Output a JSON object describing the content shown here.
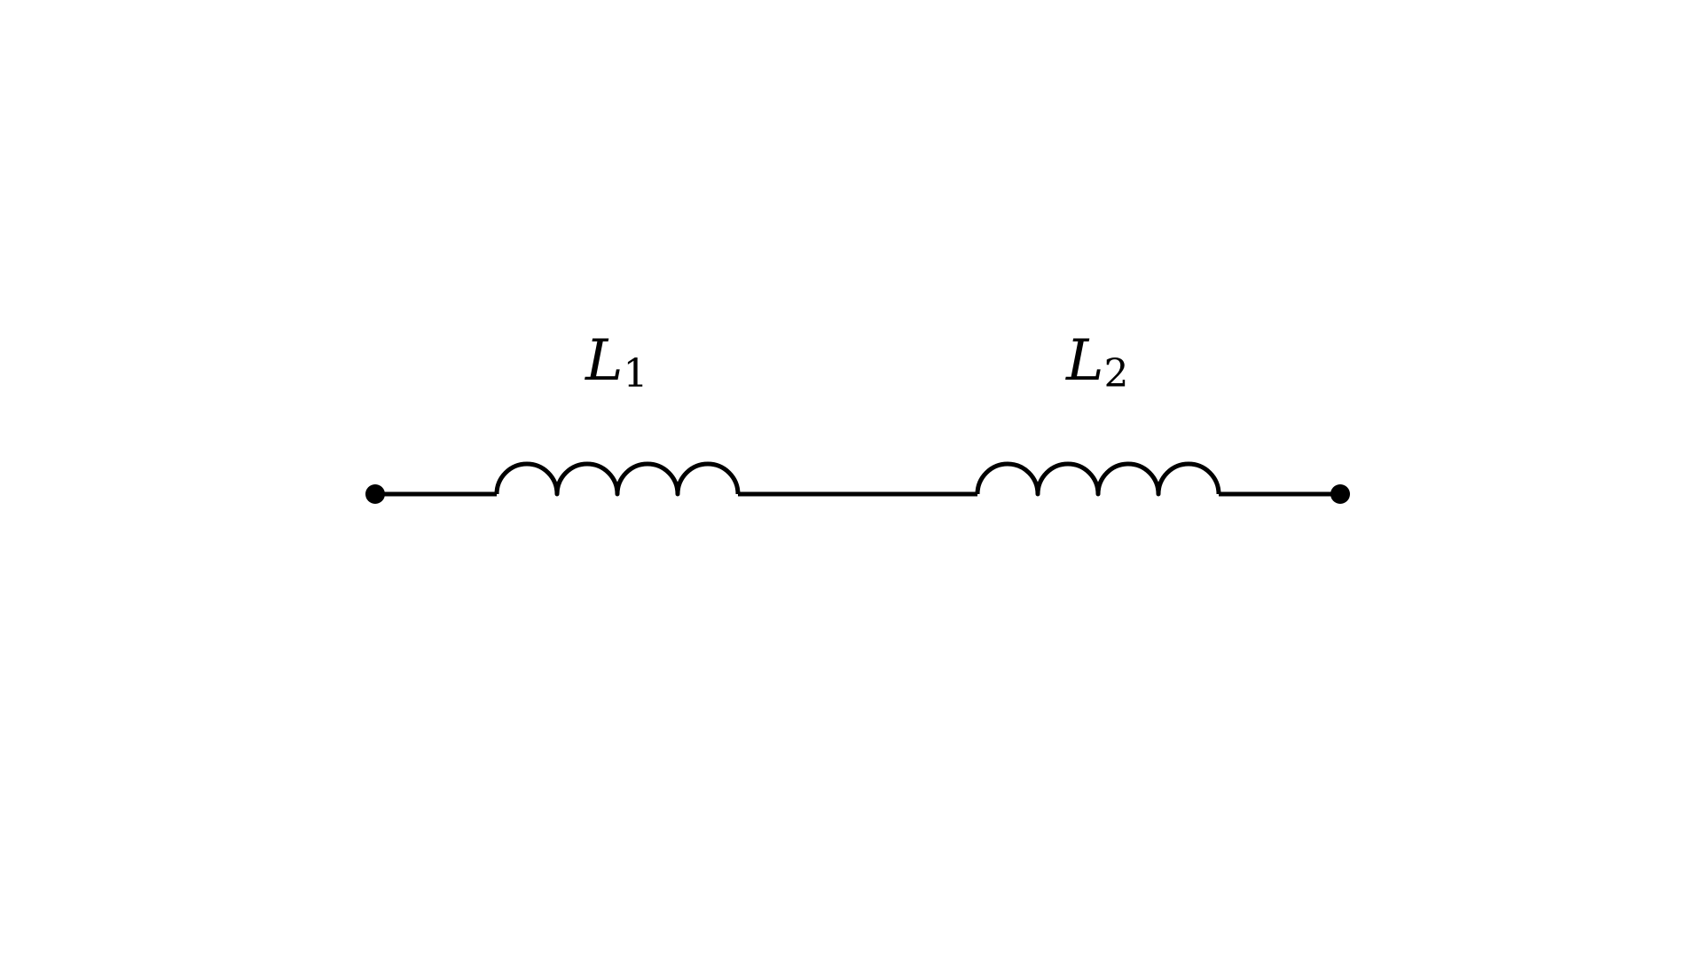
{
  "diagram": {
    "stroke_color": "#000000",
    "background_color": "#ffffff",
    "components": [
      {
        "type": "inductor",
        "label_main": "L",
        "label_sub": "1",
        "turns": 4
      },
      {
        "type": "inductor",
        "label_main": "L",
        "label_sub": "2",
        "turns": 4
      }
    ],
    "terminals": [
      {
        "type": "terminal"
      },
      {
        "type": "terminal"
      }
    ],
    "connection": "series"
  }
}
